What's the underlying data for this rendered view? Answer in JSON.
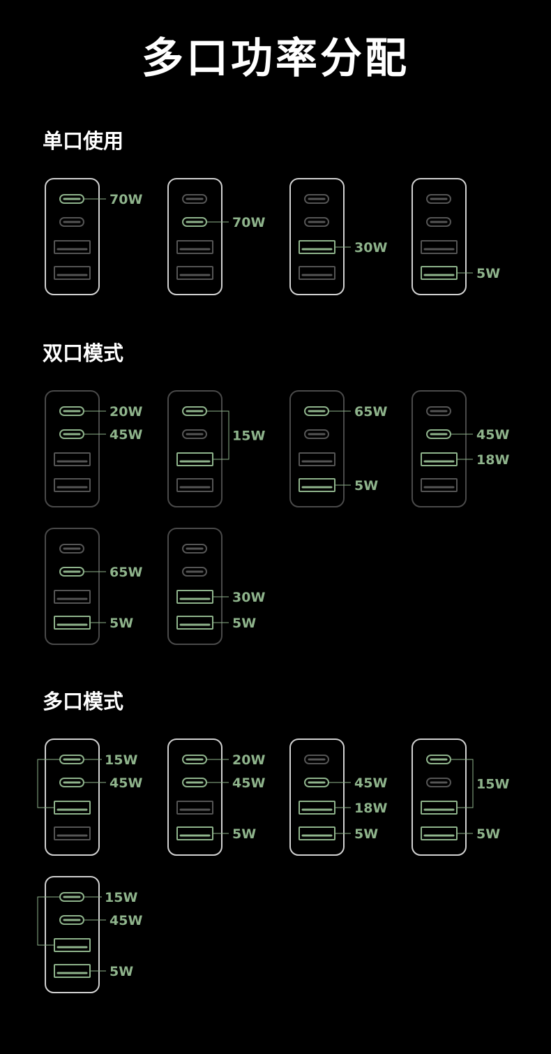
{
  "title": "多口功率分配",
  "colors": {
    "background": "#000000",
    "active": "#8fb48c",
    "inactive": "#555555",
    "body_bright": "#d2d2d2",
    "body_dim": "#4a4a4a",
    "text": "#ffffff"
  },
  "sections": [
    {
      "title": "单口使用",
      "chargers": [
        {
          "active": [
            true,
            false,
            false,
            false
          ],
          "bright": true,
          "labels": [
            {
              "text": "70W",
              "ports": [
                0
              ]
            }
          ]
        },
        {
          "active": [
            false,
            true,
            false,
            false
          ],
          "bright": true,
          "labels": [
            {
              "text": "70W",
              "ports": [
                1
              ]
            }
          ]
        },
        {
          "active": [
            false,
            false,
            true,
            false
          ],
          "bright": true,
          "labels": [
            {
              "text": "30W",
              "ports": [
                2
              ]
            }
          ]
        },
        {
          "active": [
            false,
            false,
            false,
            true
          ],
          "bright": true,
          "labels": [
            {
              "text": "5W",
              "ports": [
                3
              ]
            }
          ]
        }
      ]
    },
    {
      "title": "双口模式",
      "chargers": [
        {
          "active": [
            true,
            true,
            false,
            false
          ],
          "bright": false,
          "labels": [
            {
              "text": "20W",
              "ports": [
                0
              ]
            },
            {
              "text": "45W",
              "ports": [
                1
              ]
            }
          ]
        },
        {
          "active": [
            true,
            false,
            true,
            false
          ],
          "bright": false,
          "labels": [
            {
              "text": "15W",
              "ports": [
                0,
                2
              ],
              "bracket": "right"
            }
          ]
        },
        {
          "active": [
            true,
            false,
            false,
            true
          ],
          "bright": false,
          "labels": [
            {
              "text": "65W",
              "ports": [
                0
              ]
            },
            {
              "text": "5W",
              "ports": [
                3
              ]
            }
          ]
        },
        {
          "active": [
            false,
            true,
            true,
            false
          ],
          "bright": false,
          "labels": [
            {
              "text": "45W",
              "ports": [
                1
              ]
            },
            {
              "text": "18W",
              "ports": [
                2
              ]
            }
          ]
        },
        {
          "active": [
            false,
            true,
            false,
            true
          ],
          "bright": false,
          "labels": [
            {
              "text": "65W",
              "ports": [
                1
              ]
            },
            {
              "text": "5W",
              "ports": [
                3
              ]
            }
          ]
        },
        {
          "active": [
            false,
            false,
            true,
            true
          ],
          "bright": false,
          "labels": [
            {
              "text": "30W",
              "ports": [
                2
              ]
            },
            {
              "text": "5W",
              "ports": [
                3
              ]
            }
          ]
        }
      ]
    },
    {
      "title": "多口模式",
      "chargers": [
        {
          "active": [
            true,
            true,
            true,
            false
          ],
          "bright": true,
          "labels": [
            {
              "text": "15W",
              "ports": [
                0,
                2
              ],
              "bracket": "left"
            },
            {
              "text": "45W",
              "ports": [
                1
              ]
            }
          ]
        },
        {
          "active": [
            true,
            true,
            false,
            true
          ],
          "bright": true,
          "labels": [
            {
              "text": "20W",
              "ports": [
                0
              ]
            },
            {
              "text": "45W",
              "ports": [
                1
              ]
            },
            {
              "text": "5W",
              "ports": [
                3
              ]
            }
          ]
        },
        {
          "active": [
            false,
            true,
            true,
            true
          ],
          "bright": true,
          "labels": [
            {
              "text": "45W",
              "ports": [
                1
              ]
            },
            {
              "text": "18W",
              "ports": [
                2
              ]
            },
            {
              "text": "5W",
              "ports": [
                3
              ]
            }
          ]
        },
        {
          "active": [
            true,
            false,
            true,
            true
          ],
          "bright": true,
          "labels": [
            {
              "text": "15W",
              "ports": [
                0,
                2
              ],
              "bracket": "right"
            },
            {
              "text": "5W",
              "ports": [
                3
              ]
            }
          ]
        },
        {
          "active": [
            true,
            true,
            true,
            true
          ],
          "bright": true,
          "labels": [
            {
              "text": "15W",
              "ports": [
                0,
                2
              ],
              "bracket": "left"
            },
            {
              "text": "45W",
              "ports": [
                1
              ]
            },
            {
              "text": "5W",
              "ports": [
                3
              ]
            }
          ]
        }
      ]
    }
  ]
}
